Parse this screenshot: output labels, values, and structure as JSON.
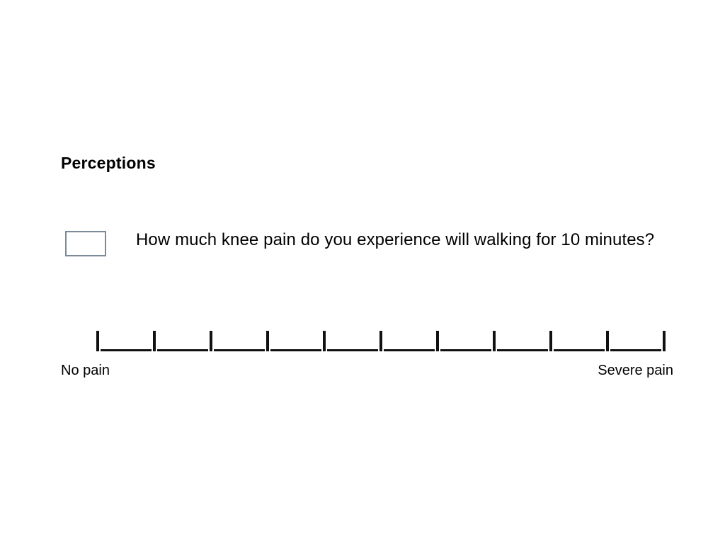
{
  "slide": {
    "background_color": "#ffffff",
    "text_color": "#000000",
    "section_title": "Perceptions"
  },
  "question": {
    "answer_box": {
      "value": "",
      "placeholder": "",
      "border_color": "#7a8a99",
      "fill_color": "#ffffff"
    },
    "text": "How much knee pain do you experience will walking for 10 minutes?"
  },
  "scale": {
    "type": "visual-analog-scale",
    "tick_count": 11,
    "segment_count": 10,
    "min_value": 0,
    "max_value": 10,
    "line_color": "#111111",
    "anchor_left": "No pain",
    "anchor_right": "Severe pain",
    "ticks": [
      {
        "index": 0
      },
      {
        "index": 1
      },
      {
        "index": 2
      },
      {
        "index": 3
      },
      {
        "index": 4
      },
      {
        "index": 5
      },
      {
        "index": 6
      },
      {
        "index": 7
      },
      {
        "index": 8
      },
      {
        "index": 9
      },
      {
        "index": 10
      }
    ]
  }
}
